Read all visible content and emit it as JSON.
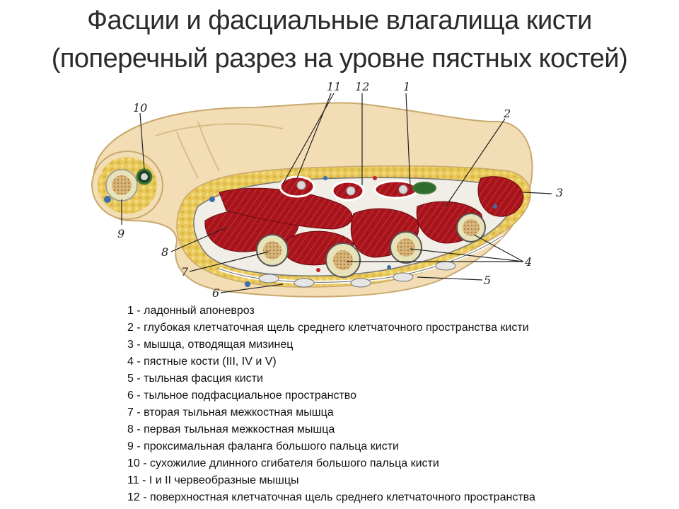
{
  "slide": {
    "title_line1": "Фасции и фасциальные влагалища кисти",
    "title_line2": "(поперечный разрез на уровне пястных костей)"
  },
  "figure": {
    "callouts": {
      "n1": "1",
      "n2": "2",
      "n3": "3",
      "n4": "4",
      "n5": "5",
      "n6": "6",
      "n7": "7",
      "n8": "8",
      "n9": "9",
      "n10": "10",
      "n11": "11",
      "n12": "12"
    },
    "colors": {
      "skin": "#f2ddb4",
      "skin_edge": "#c9a86e",
      "fat": "#e9c95a",
      "muscle": "#a8141c",
      "muscle_dark": "#7a0d13",
      "bone_ring": "#e8e2b8",
      "marrow": "#c9a46a",
      "fascia": "#f5f5f5",
      "vessel_blue": "#3d6fb0",
      "tendon_green": "#3c7a3c"
    }
  },
  "legend": {
    "items": [
      "1 - ладонный апоневроз",
      "2 - глубокая клетчаточная щель среднего клетчаточного пространства кисти",
      "3 - мышца, отводящая мизинец",
      "4 - пястные кости (III, IV и V)",
      "5 - тыльная фасция кисти",
      "6 - тыльное подфасциальное пространство",
      "7 - вторая тыльная межкостная мышца",
      "8 - первая тыльная межкостная мышца",
      "9 - проксимальная фаланга большого пальца кисти",
      "10 - сухожилие длинного сгибателя большого пальца кисти",
      "11 - I и II червеобразные мышцы",
      "12 - поверхностная клетчаточная щель среднего клетчаточного пространства"
    ]
  }
}
